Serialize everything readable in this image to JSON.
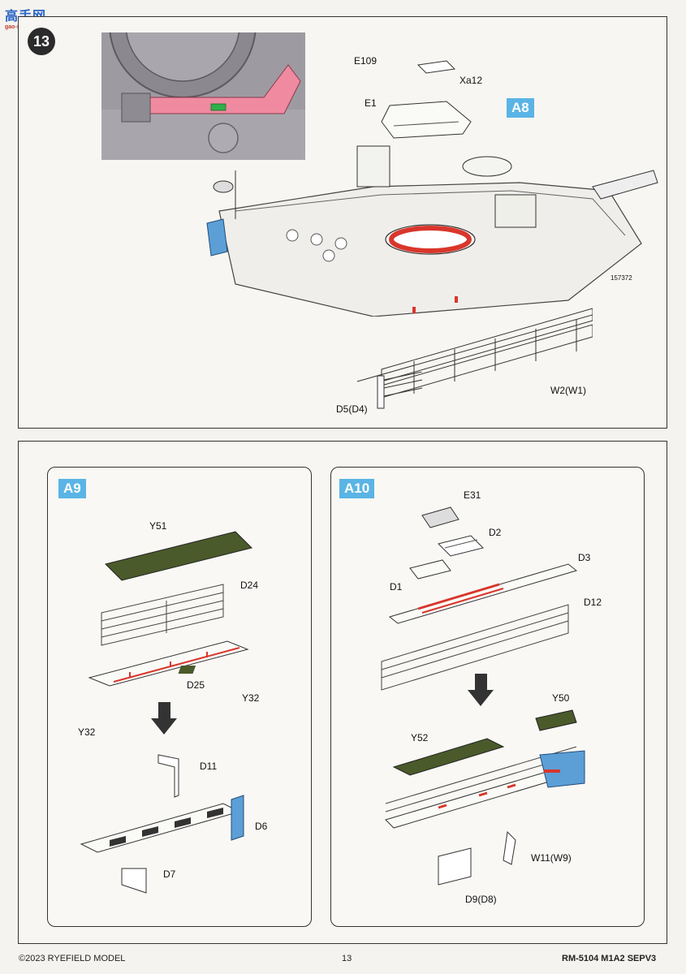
{
  "watermark": {
    "logo_text": "高手网",
    "logo_url": "gao-shou.com"
  },
  "step13": {
    "number": "13",
    "tag": "A8",
    "labels": {
      "e109": "E109",
      "xa12": "Xa12",
      "e1": "E1",
      "w2": "W2(W1)",
      "d5": "D5(D4)",
      "hull_no": "157372"
    }
  },
  "panel_a9": {
    "tag": "A9",
    "labels": {
      "y51": "Y51",
      "d24": "D24",
      "d25": "D25",
      "y32_right": "Y32",
      "y32_left": "Y32",
      "d11": "D11",
      "d6": "D6",
      "d7": "D7"
    }
  },
  "panel_a10": {
    "tag": "A10",
    "labels": {
      "e31": "E31",
      "d2": "D2",
      "d3": "D3",
      "d1": "D1",
      "d12": "D12",
      "y50": "Y50",
      "y52": "Y52",
      "w11": "W11(W9)",
      "d9": "D9(D8)"
    }
  },
  "footer": {
    "copyright": "©2023 RYEFIELD MODEL",
    "page": "13",
    "code": "RM-5104 M1A2 SEPV3"
  },
  "colors": {
    "accent_blue": "#5ab4e5",
    "highlight_red": "#d9362b",
    "mesh_green": "#4a5a2a",
    "part_blue": "#5b9fd6"
  }
}
